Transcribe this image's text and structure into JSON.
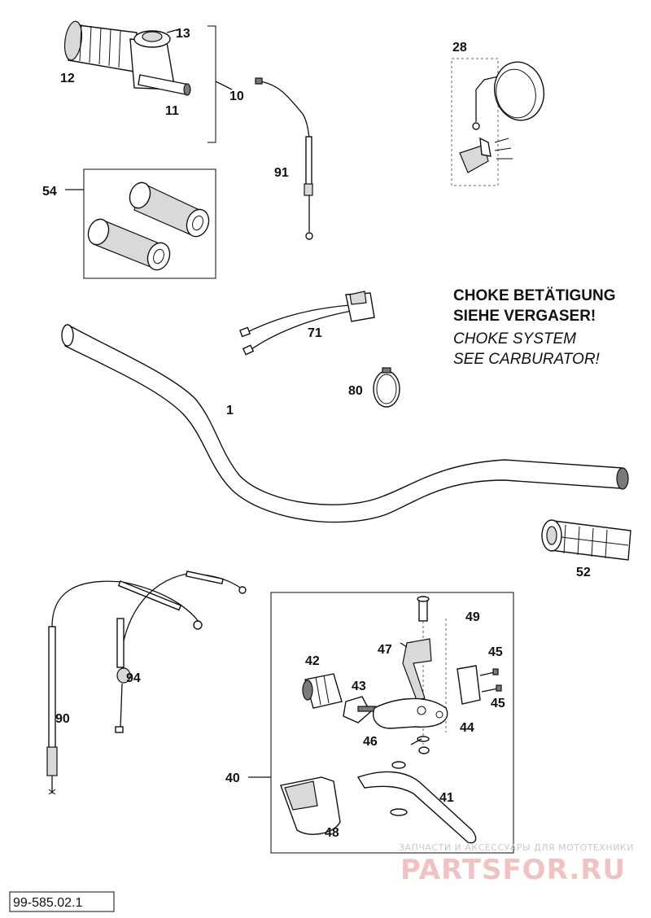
{
  "labels": {
    "p1": "1",
    "p10": "10",
    "p11": "11",
    "p12": "12",
    "p13": "13",
    "p28": "28",
    "p40": "40",
    "p41": "41",
    "p42": "42",
    "p43": "43",
    "p44": "44",
    "p45a": "45",
    "p45b": "45",
    "p46": "46",
    "p47": "47",
    "p48": "48",
    "p49": "49",
    "p52": "52",
    "p54": "54",
    "p71": "71",
    "p80": "80",
    "p90": "90",
    "p91": "91",
    "p94": "94"
  },
  "note": {
    "line1": "CHOKE BETÄTIGUNG",
    "line2": "SIEHE VERGASER!",
    "line3": "CHOKE SYSTEM",
    "line4": "SEE CARBURATOR!"
  },
  "watermark": {
    "small": "ЗАПЧАСТИ И АКСЕССУАРЫ ДЛЯ МОТОТЕХНИКИ",
    "big": "PARTSFOR.RU"
  },
  "drawing_code": "99-585.02.1"
}
